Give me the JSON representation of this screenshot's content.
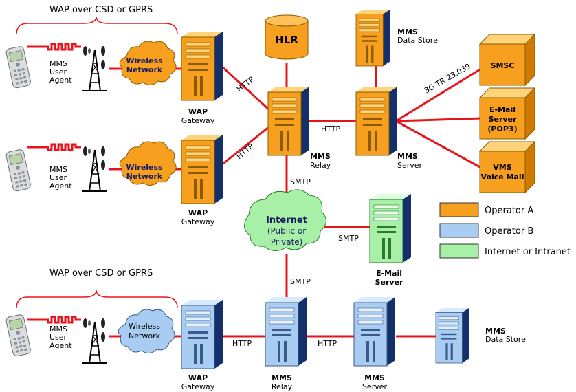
{
  "colors": {
    "operator_a": "#f7a020",
    "operator_b": "#a9cdf2",
    "internet": "#a8f0a8",
    "link": "#e8141c",
    "server_side": "#14306a"
  },
  "top_section": {
    "bracket_label_1": "WAP over CSD or GPRS",
    "bracket_label_2": "WAP over CSD or GPRS",
    "user_agent_1": [
      "MMS",
      "User",
      "Agent"
    ],
    "user_agent_2": [
      "MMS",
      "User",
      "Agent"
    ],
    "user_agent_3": [
      "MMS",
      "User",
      "Agent"
    ],
    "wireless_network_1": [
      "Wireless",
      "Network"
    ],
    "wireless_network_2": [
      "Wireless",
      "Network"
    ],
    "wireless_network_3": [
      "Wireless",
      "Network"
    ],
    "wap_gateway_1": [
      "WAP",
      "Gateway"
    ],
    "wap_gateway_2": [
      "WAP",
      "Gateway"
    ],
    "wap_gateway_3": [
      "WAP",
      "Gateway"
    ]
  },
  "operator_a": {
    "hlr": "HLR",
    "data_store": [
      "MMS",
      "Data Store"
    ],
    "relay": [
      "MMS",
      "Relay"
    ],
    "server": [
      "MMS",
      "Server"
    ],
    "smsc": "SMSC",
    "email_server": [
      "E-Mail",
      "Server",
      "(POP3)"
    ],
    "vms": [
      "VMS",
      "Voice Mail"
    ],
    "link_3gtr": "3G TR 23.039"
  },
  "internet": {
    "cloud": [
      "Internet",
      "(Public or",
      "Private)"
    ],
    "email_server": [
      "E-Mail",
      "Server"
    ]
  },
  "operator_b": {
    "relay": [
      "MMS",
      "Relay"
    ],
    "server": [
      "MMS",
      "Server"
    ],
    "data_store": [
      "MMS",
      "Data Store"
    ]
  },
  "links": {
    "http": "HTTP",
    "smtp": "SMTP"
  },
  "legend": [
    {
      "label": "Operator A",
      "color": "#f7a020"
    },
    {
      "label": "Operator B",
      "color": "#a9cdf2"
    },
    {
      "label": "Internet or Intranet",
      "color": "#a8f0a8"
    }
  ]
}
